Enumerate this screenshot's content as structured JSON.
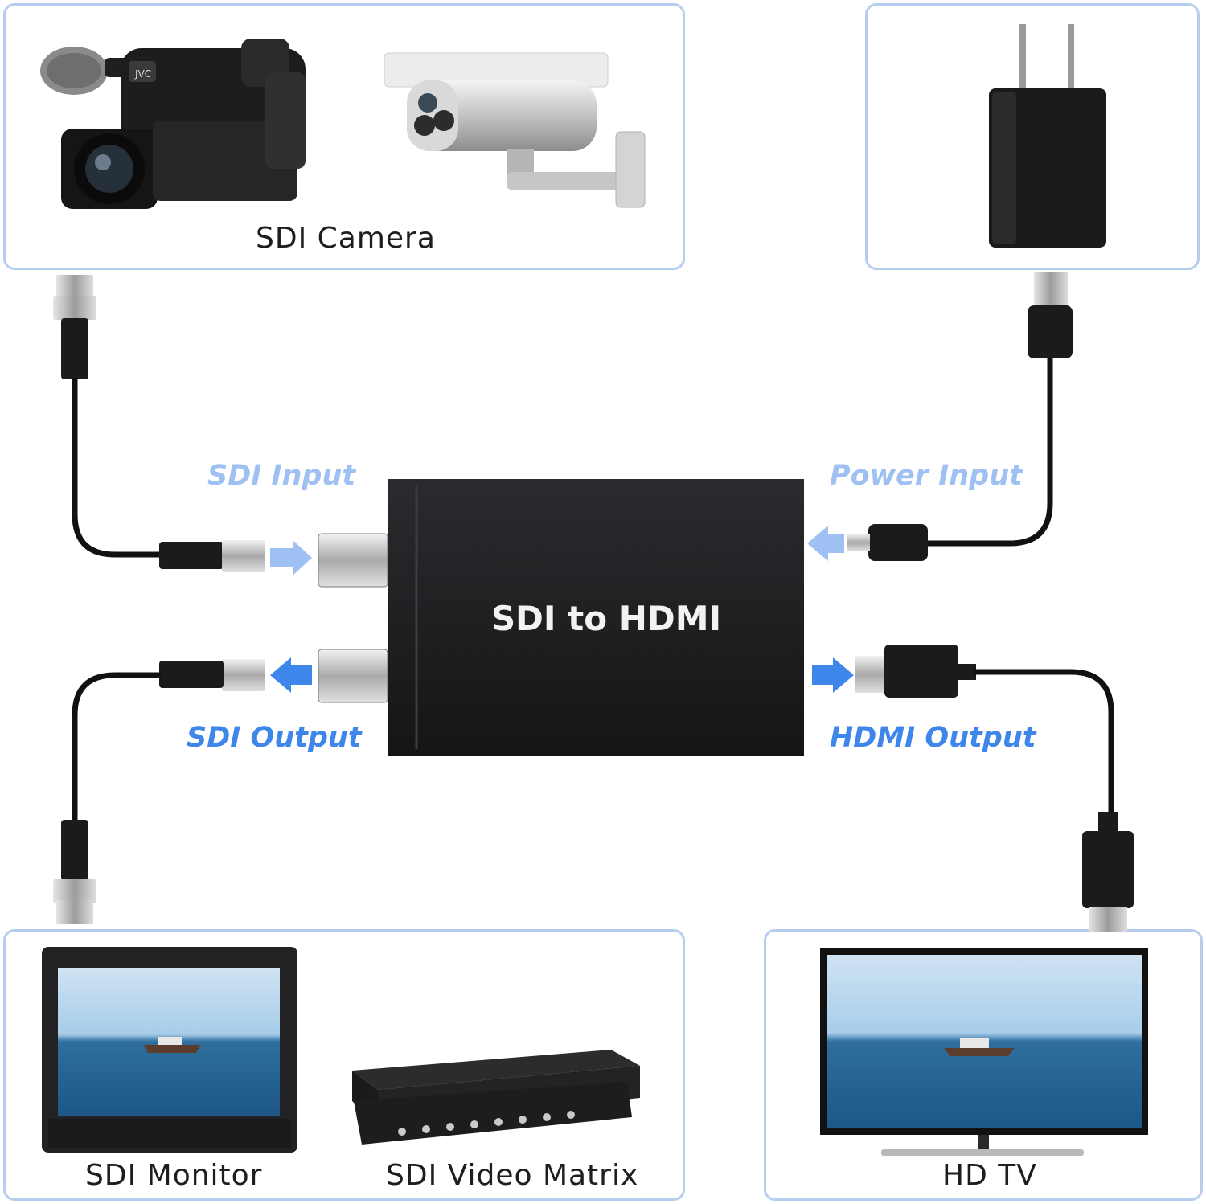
{
  "diagram": {
    "device_label": "SDI to HDMI",
    "sources": {
      "label": "SDI Camera"
    },
    "power": {
      "label": ""
    },
    "monitor": {
      "label": "SDI Monitor"
    },
    "matrix": {
      "label": "SDI Video Matrix"
    },
    "tv": {
      "label": "HD TV"
    },
    "ports": {
      "sdi_input": "SDI Input",
      "power_input": "Power Input",
      "sdi_output": "SDI Output",
      "hdmi_output": "HDMI Output"
    },
    "camera_brand": "JVC"
  },
  "colors": {
    "box_border": "#b7cdf0",
    "label_light": "#9fc0f3",
    "label_strong": "#3f86ea",
    "arrow_light": "#9fc0f3",
    "arrow_strong": "#3f86ea",
    "device_body": "#1c1d1f"
  },
  "icons": [
    "camcorder-icon",
    "security-camera-icon",
    "usb-power-adapter-icon",
    "bnc-connector-icon",
    "usb-micro-connector-icon",
    "hdmi-connector-icon",
    "sdi-monitor-icon",
    "video-matrix-icon",
    "hd-tv-icon"
  ]
}
